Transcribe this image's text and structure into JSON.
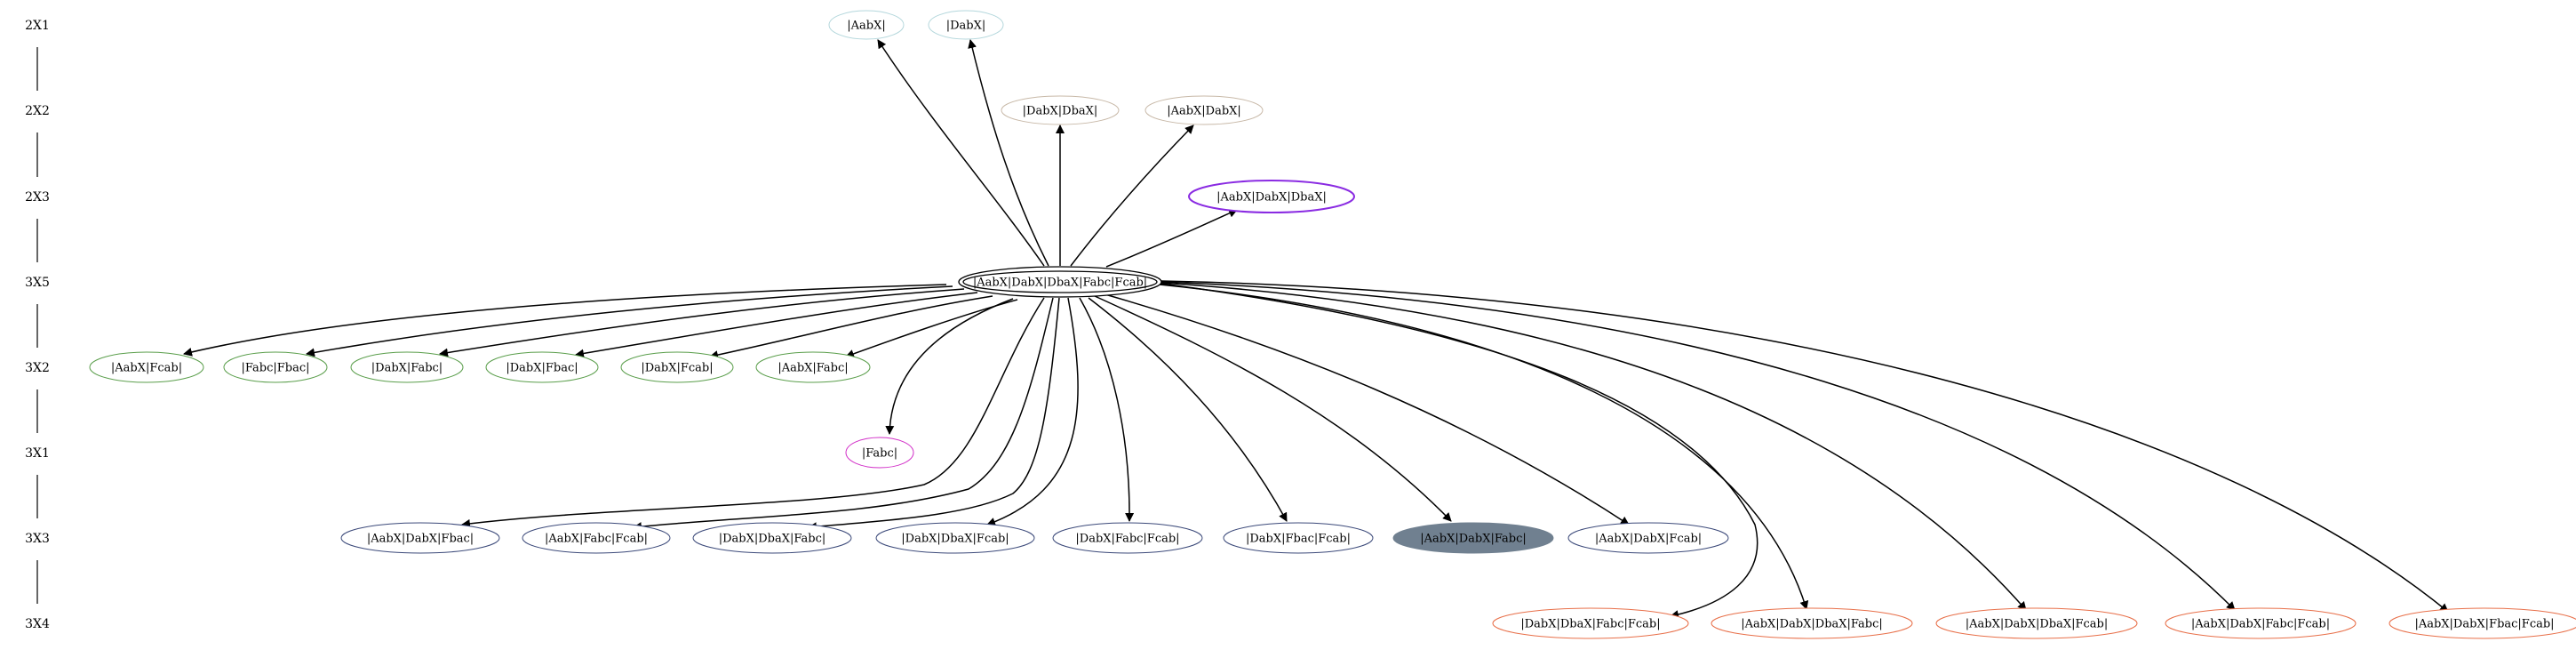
{
  "ranks": [
    {
      "id": "r0",
      "label": "2X1"
    },
    {
      "id": "r1",
      "label": "2X2"
    },
    {
      "id": "r2",
      "label": "2X3"
    },
    {
      "id": "r3",
      "label": "3X5"
    },
    {
      "id": "r4",
      "label": "3X2"
    },
    {
      "id": "r5",
      "label": "3X1"
    },
    {
      "id": "r6",
      "label": "3X3"
    },
    {
      "id": "r7",
      "label": "3X4"
    }
  ],
  "root": {
    "id": "root",
    "label": "|AabX|DabX|DbaX|Fabc|Fcab|",
    "color": "#000000",
    "style": "double"
  },
  "nodes": [
    {
      "id": "n1",
      "label": "|AabX|",
      "rank": "r0",
      "color": "#b4d7dc",
      "style": "plain"
    },
    {
      "id": "n2",
      "label": "|DabX|",
      "rank": "r0",
      "color": "#b4d7dc",
      "style": "plain"
    },
    {
      "id": "n3",
      "label": "|DabX|DbaX|",
      "rank": "r1",
      "color": "#c8b9a8",
      "style": "plain"
    },
    {
      "id": "n4",
      "label": "|AabX|DabX|",
      "rank": "r1",
      "color": "#c8b9a8",
      "style": "plain"
    },
    {
      "id": "n5",
      "label": "|AabX|DabX|DbaX|",
      "rank": "r2",
      "color": "#8a2be2",
      "style": "bold"
    },
    {
      "id": "n6",
      "label": "|AabX|Fcab|",
      "rank": "r4",
      "color": "#5a9e4b",
      "style": "plain"
    },
    {
      "id": "n7",
      "label": "|Fabc|Fbac|",
      "rank": "r4",
      "color": "#5a9e4b",
      "style": "plain"
    },
    {
      "id": "n8",
      "label": "|DabX|Fabc|",
      "rank": "r4",
      "color": "#5a9e4b",
      "style": "plain"
    },
    {
      "id": "n9",
      "label": "|DabX|Fbac|",
      "rank": "r4",
      "color": "#5a9e4b",
      "style": "plain"
    },
    {
      "id": "n10",
      "label": "|DabX|Fcab|",
      "rank": "r4",
      "color": "#5a9e4b",
      "style": "plain"
    },
    {
      "id": "n11",
      "label": "|AabX|Fabc|",
      "rank": "r4",
      "color": "#5a9e4b",
      "style": "plain"
    },
    {
      "id": "n12",
      "label": "|Fabc|",
      "rank": "r5",
      "color": "#d230c8",
      "style": "plain"
    },
    {
      "id": "n13",
      "label": "|AabX|DabX|Fbac|",
      "rank": "r6",
      "color": "#3c4a7a",
      "style": "plain"
    },
    {
      "id": "n14",
      "label": "|AabX|Fabc|Fcab|",
      "rank": "r6",
      "color": "#3c4a7a",
      "style": "plain"
    },
    {
      "id": "n15",
      "label": "|DabX|DbaX|Fabc|",
      "rank": "r6",
      "color": "#3c4a7a",
      "style": "plain"
    },
    {
      "id": "n16",
      "label": "|DabX|DbaX|Fcab|",
      "rank": "r6",
      "color": "#3c4a7a",
      "style": "plain"
    },
    {
      "id": "n17",
      "label": "|DabX|Fabc|Fcab|",
      "rank": "r6",
      "color": "#3c4a7a",
      "style": "plain"
    },
    {
      "id": "n18",
      "label": "|DabX|Fbac|Fcab|",
      "rank": "r6",
      "color": "#3c4a7a",
      "style": "plain"
    },
    {
      "id": "n19",
      "label": "|AabX|DabX|Fabc|",
      "rank": "r6",
      "color": "#708090",
      "style": "filled"
    },
    {
      "id": "n20",
      "label": "|AabX|DabX|Fcab|",
      "rank": "r6",
      "color": "#3c4a7a",
      "style": "plain"
    },
    {
      "id": "n21",
      "label": "|DabX|DbaX|Fabc|Fcab|",
      "rank": "r7",
      "color": "#e8704a",
      "style": "plain"
    },
    {
      "id": "n22",
      "label": "|AabX|DabX|DbaX|Fabc|",
      "rank": "r7",
      "color": "#e8704a",
      "style": "plain"
    },
    {
      "id": "n23",
      "label": "|AabX|DabX|DbaX|Fcab|",
      "rank": "r7",
      "color": "#e8704a",
      "style": "plain"
    },
    {
      "id": "n24",
      "label": "|AabX|DabX|Fabc|Fcab|",
      "rank": "r7",
      "color": "#e8704a",
      "style": "plain"
    },
    {
      "id": "n25",
      "label": "|AabX|DabX|Fbac|Fcab|",
      "rank": "r7",
      "color": "#e8704a",
      "style": "plain"
    }
  ],
  "edges": [
    {
      "from": "root",
      "to": "n1"
    },
    {
      "from": "root",
      "to": "n2"
    },
    {
      "from": "root",
      "to": "n3"
    },
    {
      "from": "root",
      "to": "n4"
    },
    {
      "from": "root",
      "to": "n5"
    },
    {
      "from": "root",
      "to": "n6"
    },
    {
      "from": "root",
      "to": "n7"
    },
    {
      "from": "root",
      "to": "n8"
    },
    {
      "from": "root",
      "to": "n9"
    },
    {
      "from": "root",
      "to": "n10"
    },
    {
      "from": "root",
      "to": "n11"
    },
    {
      "from": "root",
      "to": "n12"
    },
    {
      "from": "root",
      "to": "n13"
    },
    {
      "from": "root",
      "to": "n14"
    },
    {
      "from": "root",
      "to": "n15"
    },
    {
      "from": "root",
      "to": "n16"
    },
    {
      "from": "root",
      "to": "n17"
    },
    {
      "from": "root",
      "to": "n18"
    },
    {
      "from": "root",
      "to": "n19"
    },
    {
      "from": "root",
      "to": "n20"
    },
    {
      "from": "root",
      "to": "n21"
    },
    {
      "from": "root",
      "to": "n22"
    },
    {
      "from": "root",
      "to": "n23"
    },
    {
      "from": "root",
      "to": "n24"
    },
    {
      "from": "root",
      "to": "n25"
    }
  ]
}
